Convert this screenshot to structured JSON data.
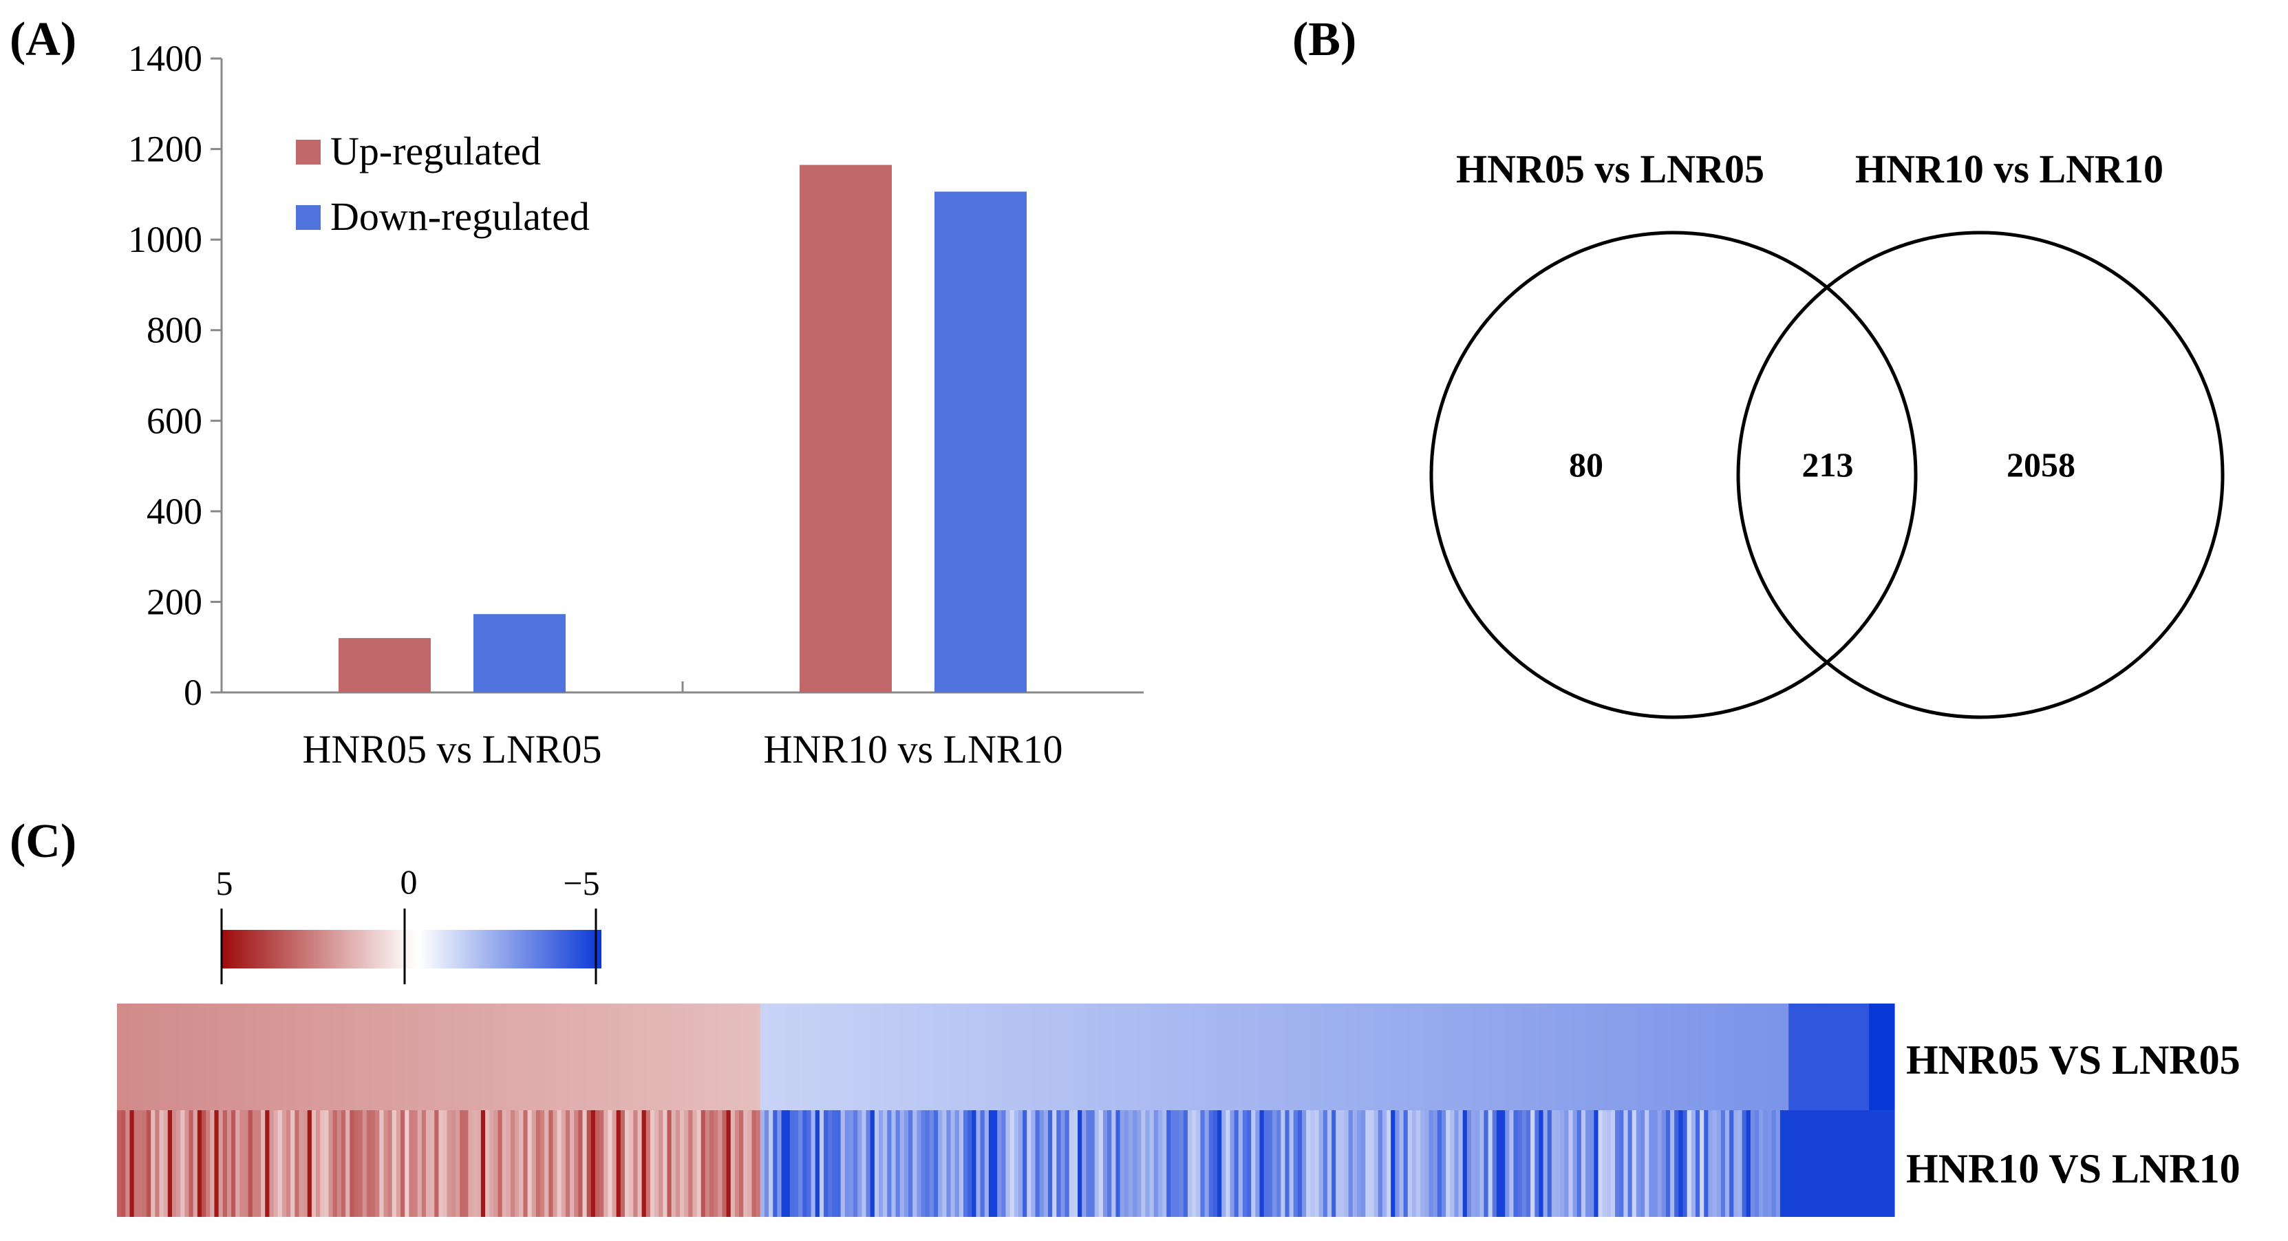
{
  "panels": {
    "a_label": "(A)",
    "b_label": "(B)",
    "c_label": "(C)"
  },
  "colors": {
    "up": "#c0686a",
    "down": "#4f72dc",
    "heat_red_max": "#9d0b0b",
    "heat_white": "#fcf3f3",
    "heat_blue_max": "#0a38d6"
  },
  "chart_data": [
    {
      "type": "bar",
      "categories": [
        "HNR05 vs LNR05",
        "HNR10 vs LNR10"
      ],
      "series": [
        {
          "name": "Up-regulated",
          "values": [
            120,
            1165
          ]
        },
        {
          "name": "Down-regulated",
          "values": [
            173,
            1106
          ]
        }
      ],
      "ylim": [
        0,
        1400
      ],
      "yticks": [
        0,
        200,
        400,
        600,
        800,
        1000,
        1200,
        1400
      ],
      "legend": "top-left",
      "grid": false
    },
    {
      "type": "venn",
      "sets": [
        "HNR05 vs LNR05",
        "HNR10 vs LNR10"
      ],
      "only_first": "80",
      "intersection": "213",
      "only_second": "2058"
    },
    {
      "type": "heatmap",
      "rows": [
        "HNR05 VS LNR05",
        "HNR10 VS LNR10"
      ],
      "scale_labels": [
        "5",
        "0",
        "−5"
      ],
      "scale_range": [
        5,
        -5
      ]
    }
  ]
}
